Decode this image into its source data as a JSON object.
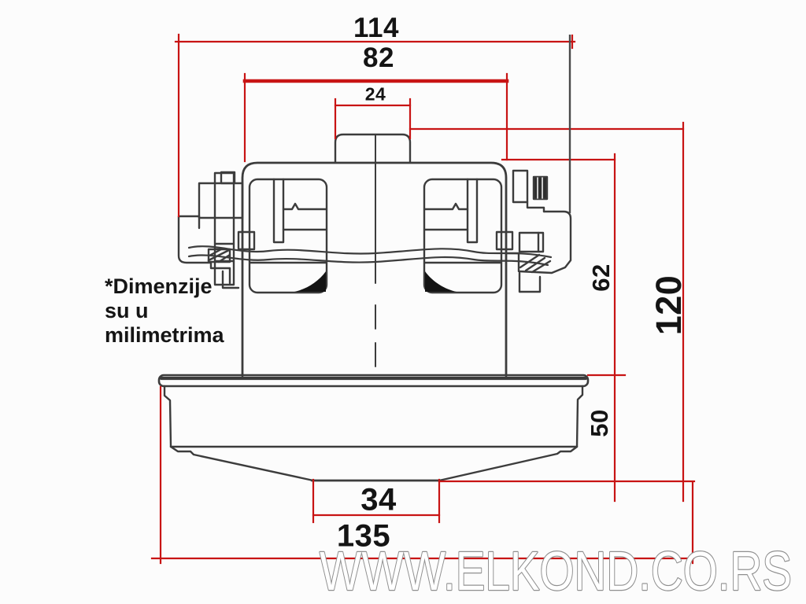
{
  "dims": {
    "d114": "114",
    "d82": "82",
    "d24": "24",
    "d62": "62",
    "d120": "120",
    "d50": "50",
    "d34": "34",
    "d135": "135"
  },
  "note": {
    "line1": "*Dimenzije",
    "line2": "su u",
    "line3": "milimetrima"
  },
  "watermark": {
    "text": "WWW.ELKOND.CO.RS"
  },
  "colors": {
    "dimension_red": "#c81414",
    "drawing_dark": "#3c3c3c",
    "fill_black": "#141414",
    "background": "#fcfcfc",
    "watermark_outline": "#8f8f8f"
  }
}
